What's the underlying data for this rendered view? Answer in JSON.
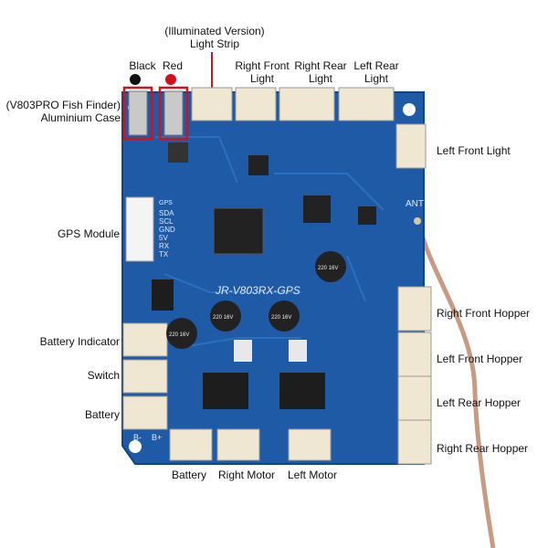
{
  "labels": {
    "illuminated_top": "(Illuminated Version)",
    "illuminated_bottom": "Light Strip",
    "black": "Black",
    "red": "Red",
    "right_front_light_1": "Right Front",
    "right_front_light_2": "Light",
    "right_rear_light_1": "Right Rear",
    "right_rear_light_2": "Light",
    "left_rear_light_1": "Left Rear",
    "left_rear_light_2": "Light",
    "fish_finder_1": "(V803PRO Fish Finder)",
    "fish_finder_2": "Aluminium Case",
    "left_front_light": "Left Front Light",
    "gps_module": "GPS Module",
    "right_front_hopper": "Right Front Hopper",
    "left_front_hopper": "Left Front Hopper",
    "left_rear_hopper": "Left Rear Hopper",
    "right_rear_hopper": "Right Rear Hopper",
    "battery_indicator": "Battery Indicator",
    "switch": "Switch",
    "battery_left": "Battery",
    "battery_bottom": "Battery",
    "right_motor": "Right Motor",
    "left_motor": "Left Motor"
  },
  "board_text": {
    "model": "JR-V803RX-GPS",
    "ant": "ANT",
    "gps": "GPS",
    "pins": [
      "SDA",
      "SCL",
      "GND",
      "5V",
      "RX",
      "TX"
    ],
    "cap_1": "220 16V",
    "cap_2": "220 16V",
    "cap_3": "220 16V",
    "cap_4": "220 16V",
    "b_minus": "B-",
    "b_plus": "B+"
  },
  "colors": {
    "pcb": "#1f5aa6",
    "pcb_dark": "#17457f",
    "connector": "#efe7d2",
    "highlight": "#d0121a",
    "antenna_cable": "#c79a86"
  }
}
